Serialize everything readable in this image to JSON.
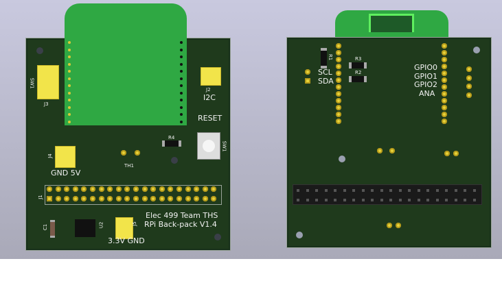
{
  "front": {
    "labels": {
      "j3": "J3",
      "sw_side": "SW1",
      "j2": "J2",
      "i2c": "I2C",
      "reset": "RESET",
      "sw1": "SW1",
      "r4": "R4",
      "th1": "TH1",
      "j4": "J4",
      "gnd5v": "GND 5V",
      "j1": "J1",
      "c1": "C1",
      "u2": "U2",
      "j5": "J5",
      "power": "3.3V GND",
      "title1": "Elec 499 Team THS",
      "title2": "RPi Back-pack V1.4"
    },
    "header_columns": 20
  },
  "back": {
    "labels": {
      "r1": "R1",
      "r3": "R3",
      "r2": "R2",
      "scl": "SCL",
      "sda": "SDA",
      "gpio0": "GPIO0",
      "gpio1": "GPIO1",
      "gpio2": "GPIO2",
      "ana": "ANA"
    },
    "header_columns": 20
  },
  "colors": {
    "board": "#1f3a1c",
    "module": "#2fa843",
    "pad": "#e6d23a",
    "connector": "#f2e44a"
  }
}
